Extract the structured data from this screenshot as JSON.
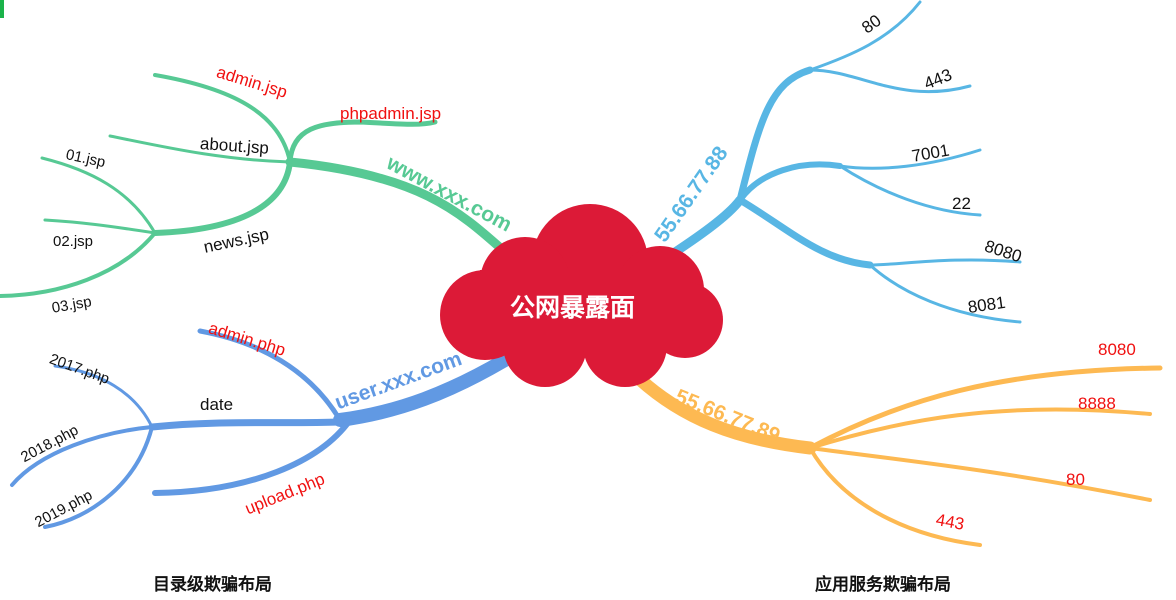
{
  "center": {
    "label": "公网暴露面",
    "color": "#dc1a37"
  },
  "colors": {
    "green": "#57c994",
    "blue": "#6199e3",
    "lightblue": "#58b6e4",
    "orange": "#fdb952",
    "red_text": "#f01010"
  },
  "left_title": "目录级欺骗布局",
  "right_title": "应用服务欺骗布局",
  "www_branch": {
    "label": "www.xxx.com",
    "children": {
      "admin": "admin.jsp",
      "phpadmin": "phpadmin.jsp",
      "about": "about.jsp",
      "news": "news.jsp",
      "news_children": [
        "01.jsp",
        "02.jsp",
        "03.jsp"
      ]
    }
  },
  "user_branch": {
    "label": "user.xxx.com",
    "children": {
      "admin": "admin.php",
      "date": "date",
      "upload": "upload.php",
      "date_children": [
        "2017.php",
        "2018.php",
        "2019.php"
      ]
    }
  },
  "ip88_branch": {
    "label": "55.66.77.88",
    "ports": [
      "80",
      "443",
      "7001",
      "22",
      "8080",
      "8081"
    ]
  },
  "ip89_branch": {
    "label": "55.66.77.89",
    "ports": [
      "8080",
      "8888",
      "80",
      "443"
    ]
  }
}
